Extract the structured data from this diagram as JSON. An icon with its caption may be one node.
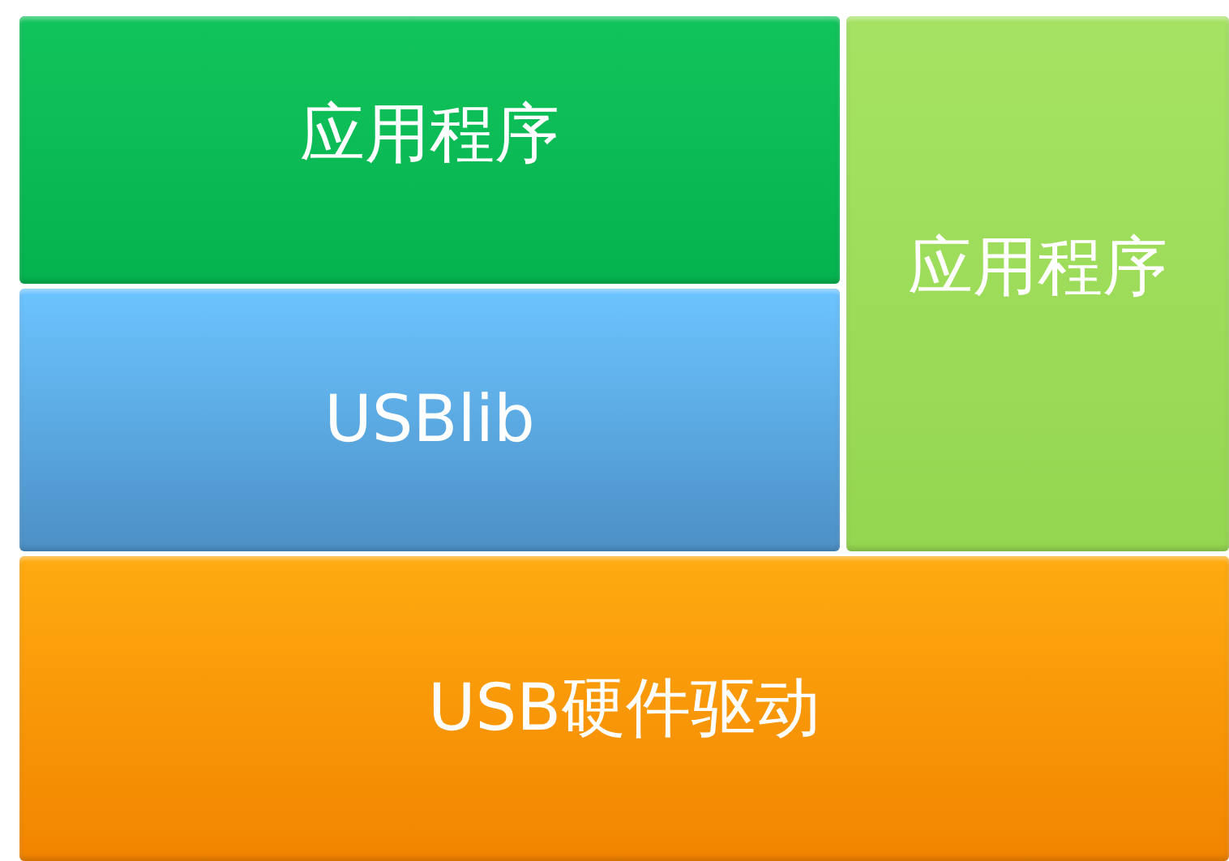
{
  "diagram": {
    "nodes": [
      {
        "text": [
          "应用程序"
        ]
      },
      {
        "text": [
          "应用程序"
        ]
      },
      {
        "text": [
          "USBlib"
        ]
      },
      {
        "text": [
          "USB硬件驱动"
        ]
      }
    ]
  }
}
